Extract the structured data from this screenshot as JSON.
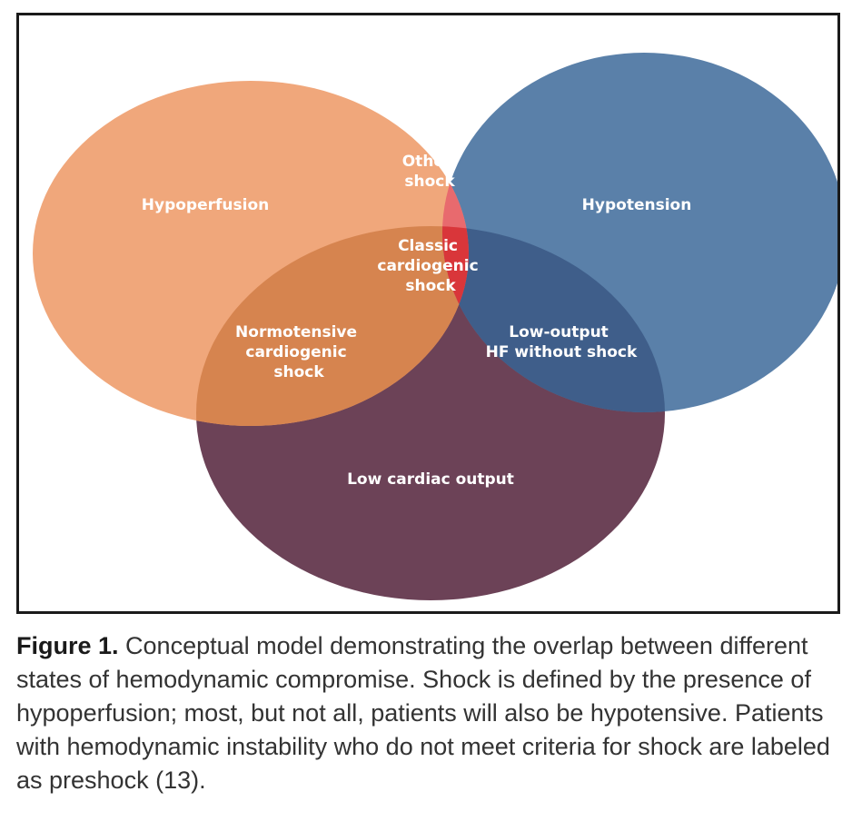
{
  "diagram": {
    "sets": [
      {
        "id": "hypoperfusion",
        "label": "Hypoperfusion",
        "color": "#f0a77b"
      },
      {
        "id": "hypotension",
        "label": "Hypotension",
        "color": "#5a80a9"
      },
      {
        "id": "low-cardiac-output",
        "label": "Low cardiac output",
        "color": "#6c4257"
      }
    ],
    "intersections": {
      "hypoperfusion_hypotension": [
        "Other",
        "shock"
      ],
      "all_three": [
        "Classic",
        "cardiogenic",
        "shock"
      ],
      "hypoperfusion_low_output": [
        "Normotensive",
        "cardiogenic",
        "shock"
      ],
      "hypotension_low_output": [
        "Low-output",
        "HF without shock"
      ]
    },
    "region_colors": {
      "hypoperfusion_hypotension": "#e86a6e",
      "all_three": "#d9363a",
      "hypoperfusion_low_output": "#d6844f",
      "hypotension_low_output": "#3f5e8a"
    }
  },
  "caption": {
    "label": "Figure 1.",
    "text": " Conceptual model demonstrating the overlap between different states of hemodynamic compromise. Shock is defined by the presence of hypoperfusion; most, but not all, patients will also be hypotensive. Patients with hemodynamic instability who do not meet criteria for shock are labeled as preshock (13)."
  }
}
